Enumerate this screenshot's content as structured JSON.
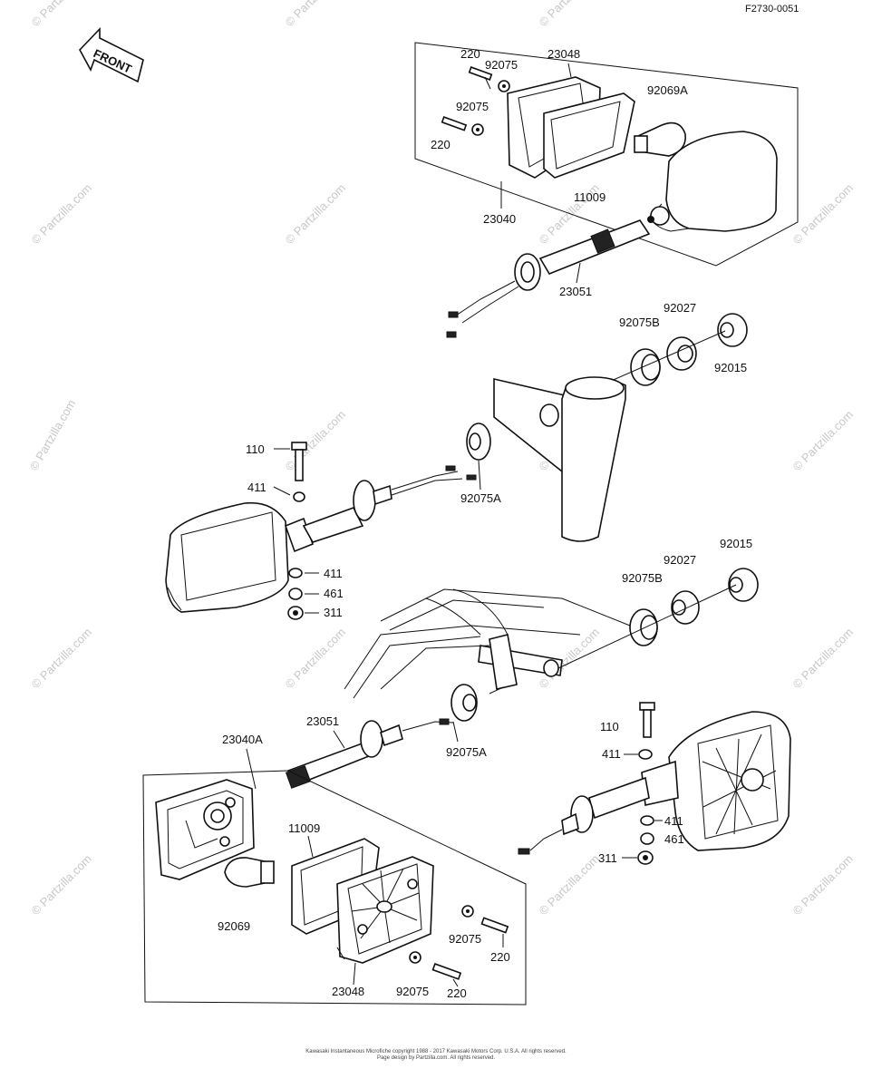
{
  "figure_code": "F2730-0051",
  "front_arrow_label": "FRONT",
  "watermark": "© Partzilla.com",
  "labels": {
    "top_220_a": "220",
    "top_92075_a": "92075",
    "top_23048": "23048",
    "top_92075_b": "92075",
    "top_220_b": "220",
    "top_92069A": "92069A",
    "top_11009": "11009",
    "top_23040": "23040",
    "top_23051": "23051",
    "r1_92027": "92027",
    "r1_92075B": "92075B",
    "r1_92015": "92015",
    "l_110": "110",
    "l_411_a": "411",
    "l_92075A": "92075A",
    "l_411_b": "411",
    "l_461": "461",
    "l_311": "311",
    "r2_92015": "92015",
    "r2_92027": "92027",
    "r2_92075B": "92075B",
    "b_23040A": "23040A",
    "b_23051": "23051",
    "b_92075A": "92075A",
    "r3_110": "110",
    "r3_411_a": "411",
    "r3_411_b": "411",
    "r3_461": "461",
    "r3_311": "311",
    "b_11009": "11009",
    "b_92069": "92069",
    "b_92075_a": "92075",
    "b_220_a": "220",
    "b_23048": "23048",
    "b_92075_b": "92075",
    "b_220_b": "220"
  },
  "footer": {
    "line1": "Kawasaki Instantaneous Microfiche copyright 1988 - 2017 Kawasaki Motors Corp. U.S.A. All rights reserved.",
    "line2": "Page design by Partzilla.com. All rights reserved."
  }
}
